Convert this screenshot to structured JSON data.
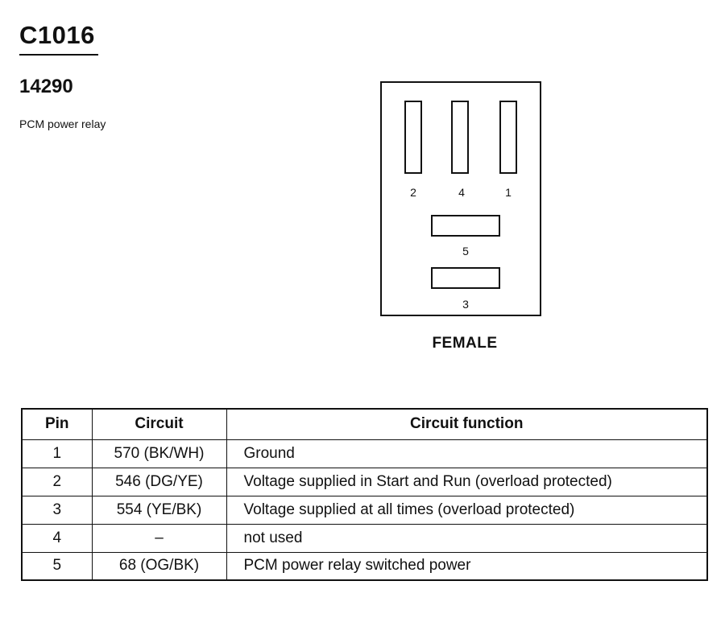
{
  "header": {
    "connector_id": "C1016",
    "part_number": "14290",
    "description": "PCM power relay"
  },
  "connector_diagram": {
    "pins": {
      "p1": "1",
      "p2": "2",
      "p3": "3",
      "p4": "4",
      "p5": "5"
    },
    "gender": "FEMALE"
  },
  "pinout_table": {
    "headers": {
      "pin": "Pin",
      "circuit": "Circuit",
      "function": "Circuit function"
    },
    "rows": [
      {
        "pin": "1",
        "circuit": "570 (BK/WH)",
        "function": "Ground"
      },
      {
        "pin": "2",
        "circuit": "546 (DG/YE)",
        "function": "Voltage supplied in Start and Run (overload protected)"
      },
      {
        "pin": "3",
        "circuit": "554 (YE/BK)",
        "function": "Voltage supplied at all times (overload protected)"
      },
      {
        "pin": "4",
        "circuit": "–",
        "function": "not used"
      },
      {
        "pin": "5",
        "circuit": "68 (OG/BK)",
        "function": "PCM power relay switched power"
      }
    ]
  }
}
